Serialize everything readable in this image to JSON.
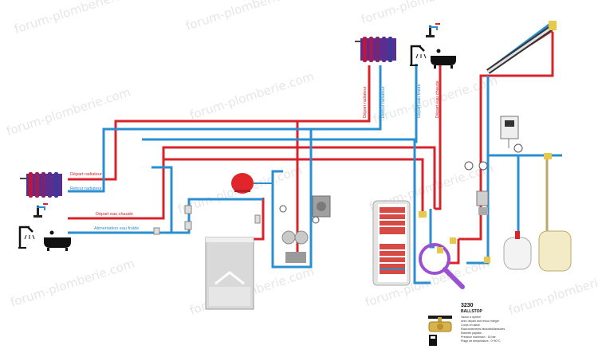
{
  "watermark": "forum-plomberie.com",
  "pipe_colors": {
    "hot": "#d8232a",
    "cold": "#2a8fd0"
  },
  "labels": {
    "depart_radiateur_left": "Départ radiateur",
    "retour_radiateur_left": "Retour radiateur",
    "depart_eau_chaude_left": "Départ eau chaude",
    "alimentation_eau_froide": "Alimentation eau froide",
    "depart_radiateur_top": "Départ radiateur",
    "retour_radiateur_top": "Retour radiateur",
    "depart_eau_froide_top": "Départ eau froide",
    "depart_eau_chaude_top": "Départ eau chaude"
  },
  "product": {
    "code": "3230",
    "name": "BALLSTOP",
    "lines": [
      "Vanne à sphère",
      "avec départ anti retour intégré",
      "Corps en laiton",
      "Raccordements taraudés/taraudés",
      "Manette papillon",
      "Pression maximum : 16 bar",
      "Plage de température : 0÷90°C"
    ]
  }
}
